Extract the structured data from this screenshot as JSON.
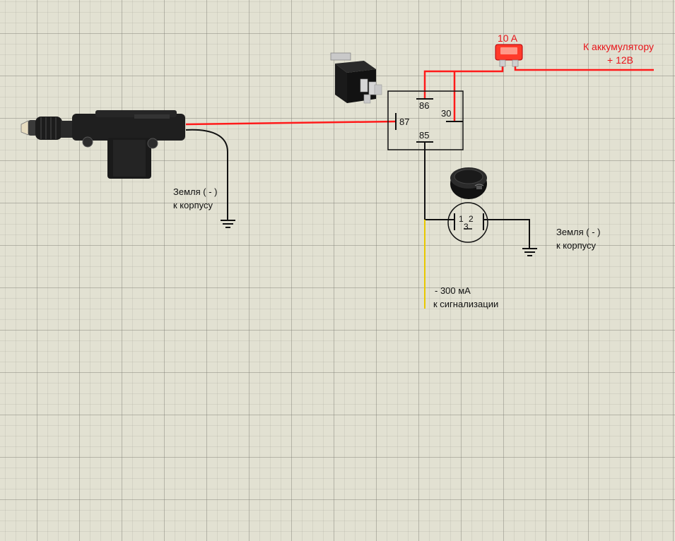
{
  "colors": {
    "wire_red": "#ff1a1a",
    "wire_black": "#111111",
    "wire_yellow": "#e8c800",
    "label_red": "#e8141a",
    "background": "#e2e1d2"
  },
  "fuse": {
    "label": "10 A"
  },
  "battery": {
    "line1": "К аккумулятору",
    "line2": "+ 12В"
  },
  "relay": {
    "pin_86": "86",
    "pin_30": "30",
    "pin_87": "87",
    "pin_85": "85"
  },
  "switch": {
    "pin_1": "1",
    "pin_2": "2",
    "pin_3": "3"
  },
  "ground_left": {
    "line1": "Земля ( - )",
    "line2": "к корпусу"
  },
  "ground_right": {
    "line1": "Земля ( - )",
    "line2": "к корпусу"
  },
  "alarm": {
    "line1": "- 300 мА",
    "line2": "к сигнализации"
  },
  "icons": [
    "door-lock-actuator-icon",
    "relay-photo-icon",
    "push-button-photo-icon",
    "blade-fuse-icon",
    "ground-symbol-icon"
  ]
}
